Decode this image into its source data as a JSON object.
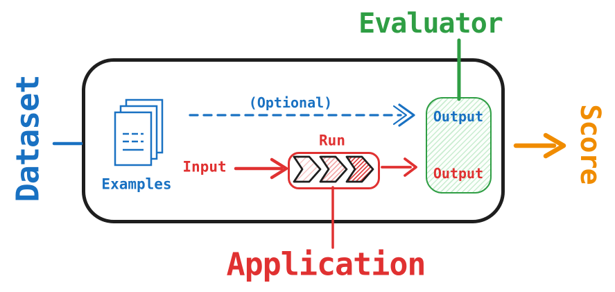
{
  "colors": {
    "blue": "#1971c2",
    "red": "#e03131",
    "green": "#2f9e44",
    "orange": "#f08c00",
    "black": "#1e1e1e",
    "hatch_green": "#c9ecd0",
    "hatch_pink_light": "#f6bcbc",
    "hatch_pink": "#f09b9b",
    "hatch_red": "#e03131"
  },
  "nodes": {
    "dataset": {
      "label": "Dataset"
    },
    "examples": {
      "label": "Examples"
    },
    "optional": {
      "label": "(Optional)"
    },
    "input": {
      "label": "Input"
    },
    "run": {
      "label": "Run"
    },
    "application": {
      "label": "Application"
    },
    "evaluator": {
      "label": "Evaluator"
    },
    "evaluator_output_reference": {
      "label": "Output"
    },
    "application_output": {
      "label": "Output"
    },
    "score": {
      "label": "Score"
    }
  },
  "icons": {
    "examples": "documents-stack-icon",
    "pipeline": "chevron-steps-icon"
  }
}
